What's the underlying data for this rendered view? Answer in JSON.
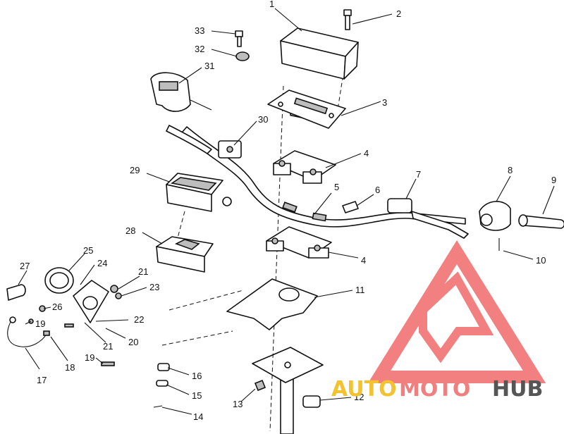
{
  "callouts": {
    "c1": "1",
    "c2": "2",
    "c3": "3",
    "c4a": "4",
    "c4b": "4",
    "c5": "5",
    "c6": "6",
    "c7": "7",
    "c8": "8",
    "c9": "9",
    "c10": "10",
    "c11": "11",
    "c12": "12",
    "c13": "13",
    "c14": "14",
    "c15": "15",
    "c16": "16",
    "c17": "17",
    "c18": "18",
    "c19a": "19",
    "c19b": "19",
    "c20": "20",
    "c21a": "21",
    "c21b": "21",
    "c22": "22",
    "c23": "23",
    "c24": "24",
    "c25": "25",
    "c26": "26",
    "c27": "27",
    "c28": "28",
    "c29": "29",
    "c30": "30",
    "c31": "31",
    "c32": "32",
    "c33": "33"
  },
  "watermark": {
    "auto": "AUTO",
    "moto": "MOTO",
    "hub": "HUB",
    "colors": {
      "auto": "#f2c230",
      "moto": "#f08080",
      "hub": "#555555",
      "triangle": "#f06a6a"
    }
  }
}
